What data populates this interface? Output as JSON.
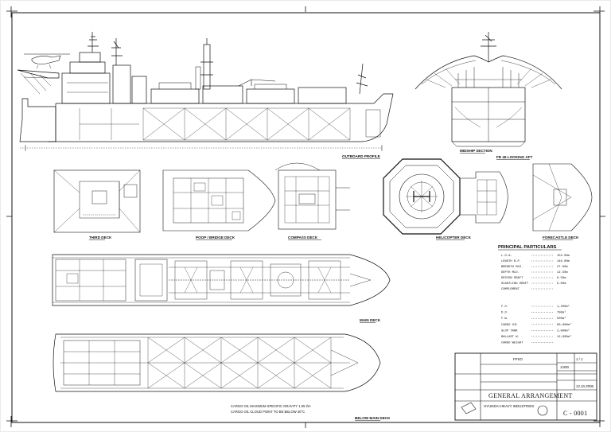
{
  "views": {
    "profile": "OUTBOARD PROFILE",
    "midship": "MIDSHIP SECTION",
    "looking_aft": "FR 46 LOOKING AFT",
    "third_deck": "THIRD DECK",
    "poop_deck": "POOP / BRIDGE DECK",
    "compass": "COMPASS DECK",
    "helideck": "HELICOPTER DECK",
    "forecastle": "FORECASTLE DECK",
    "main_deck": "MAIN DECK",
    "below": "BELOW MAIN DECK"
  },
  "particulars": {
    "title": "PRINCIPAL PARTICULARS",
    "rows": [
      {
        "label": "L.O.A.",
        "value": "153.00m"
      },
      {
        "label": "LENGTH B.P.",
        "value": "146.00m"
      },
      {
        "label": "BREADTH MLD.",
        "value": "27.00m"
      },
      {
        "label": "DEPTH MLD.",
        "value": "12.50m"
      },
      {
        "label": "DESIGN DRAFT",
        "value": "8.50m"
      },
      {
        "label": "SCANTLING DRAFT",
        "value": "9.00m"
      },
      {
        "label": "COMPLEMENT",
        "value": ""
      }
    ],
    "capacity_rows": [
      {
        "label": "F.O.",
        "value": "1,200m³"
      },
      {
        "label": "D.O.",
        "value": "700m³"
      },
      {
        "label": "F.W.",
        "value": "500m³"
      },
      {
        "label": "CARGO OIL",
        "value": "60,000m³"
      },
      {
        "label": "SLOP TANK",
        "value": "2,000m³"
      },
      {
        "label": "BALLAST W.",
        "value": "12,000m³"
      },
      {
        "label": "CARGO WEIGHT",
        "value": ""
      }
    ]
  },
  "notes": {
    "cargo_line1": "CARGO OIL MAXIMUM SPECIFIC GRAVITY 1.05 t/m",
    "cargo_line2": "CARGO OIL CLOUD POINT TO BE BELOW 40°C"
  },
  "title_block": {
    "project": "FPSO",
    "drawing_title": "GENERAL ARRANGEMENT",
    "drawing_no": "C - 0001",
    "company": "HYUNDAI HEAVY INDUSTRIES",
    "sheet_ref": "1 / 1",
    "scale": "1/400",
    "date": "12.10.2006"
  }
}
